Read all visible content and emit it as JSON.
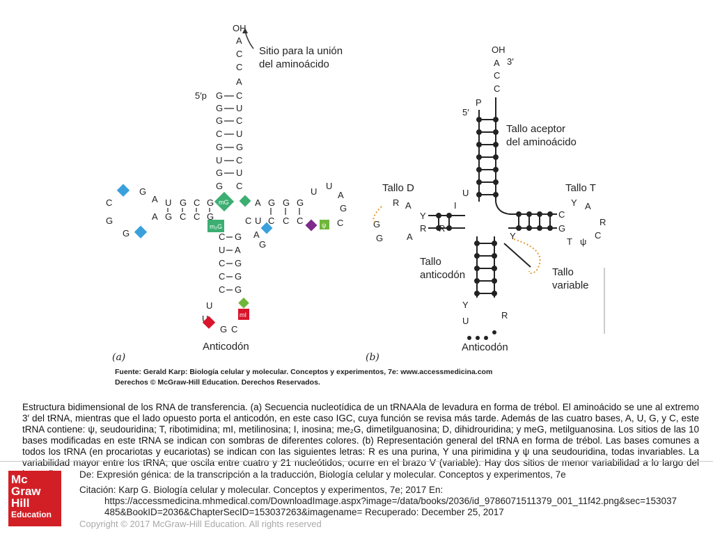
{
  "diagram": {
    "panel_a_label": "(a)",
    "panel_b_label": "(b)",
    "a": {
      "oh": "OH",
      "five_p": "5′p",
      "amino_site_line1": "Sitio para la unión",
      "amino_site_line2": "del aminoácido",
      "anticodon_label": "Anticodón",
      "mod_mG": "mG",
      "mod_m2G": "m₂G",
      "mod_mI": "mI",
      "mod_psi": "ψ"
    },
    "b": {
      "oh": "OH",
      "three_p": "3′",
      "five_p": "5′",
      "p": "P",
      "acceptor_line1": "Tallo aceptor",
      "acceptor_line2": "del aminoácido",
      "tallo_d": "Tallo D",
      "tallo_t": "Tallo T",
      "anticodon_stem_line1": "Tallo",
      "anticodon_stem_line2": "anticodón",
      "variable_line1": "Tallo",
      "variable_line2": "variable",
      "anticodon_label": "Anticodón"
    }
  },
  "source": {
    "line1": "Fuente: Gerald Karp: Biología celular y molecular. Conceptos y experimentos, 7e: www.accessmedicina.com",
    "line2": "Derechos © McGraw-Hill Education. Derechos Reservados."
  },
  "caption": "Estructura bidimensional de los RNA de transferencia. (a) Secuencia nucleotídica de un tRNAAla de levadura en forma de trébol. El aminoácido se une al extremo 3′ del tRNA, mientras que el lado opuesto porta el anticodón, en este caso IGC, cuya función se revisa más tarde. Además de las cuatro bases, A, U, G, y C, este tRNA contiene: ψ, seudouridina; T, ribotimidina; mI, metilinosina; I, inosina; me₂G, dimetilguanosina; D, dihidrouridina; y meG, metilguanosina. Los sitios de las 10 bases modificadas en este tRNA se indican con sombras de diferentes colores. (b) Representación general del tRNA en forma de trébol. Las bases comunes a todos los tRNA (en procariotas y eucariotas) se indican con las siguientes letras: R es una purina, Y una pirimidina y ψ una seudouridina, todas invariables. La variabilidad mayor entre los tRNA, que oscila entre cuatro y 21 nucleótidos, ocurre en el brazo V (variable). Hay dos sitios de menor variabilidad a lo largo del brazo D.",
  "logo": {
    "line1": "Mc",
    "line2": "Graw",
    "line3": "Hill",
    "line4": "Education"
  },
  "footer": {
    "from": "De: Expresión génica: de la transcripción a la traducción, Biología celular y molecular. Conceptos y experimentos, 7e",
    "citation_line1": "Citación: Karp G. Biología celular y molecular. Conceptos y experimentos, 7e; 2017 En:",
    "citation_line2": "https://accessmedicina.mhmedical.com/DownloadImage.aspx?image=/data/books/2036/id_9786071511379_001_11f42.png&sec=153037",
    "citation_line3": "485&BookID=2036&ChapterSecID=153037263&imagename= Recuperado: December 25, 2017",
    "copyright": "Copyright © 2017 McGraw-Hill Education. All rights reserved"
  }
}
